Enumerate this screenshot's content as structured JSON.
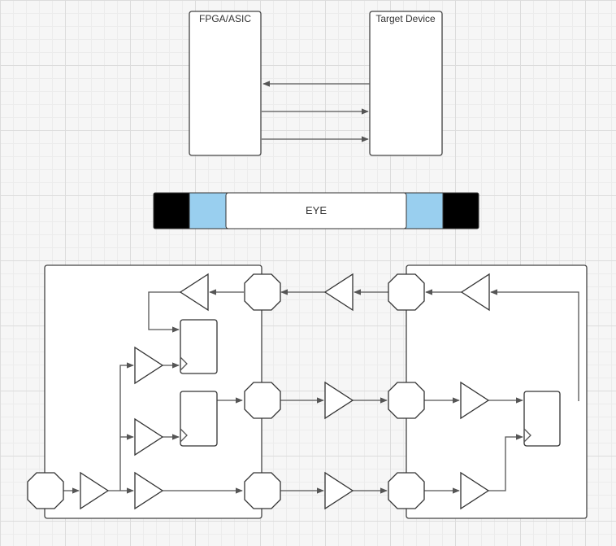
{
  "labels": {
    "fpga": "FPGA/ASIC",
    "target": "Target Device",
    "eye": "EYE"
  },
  "colors": {
    "eye_edge": "#000000",
    "eye_transition": "#99cfef",
    "eye_center": "#ffffff",
    "line": "#555555"
  },
  "icons": [
    "arrow-right-icon",
    "arrow-left-icon",
    "buffer-triangle-icon",
    "octagon-pad-icon",
    "flip-flop-icon"
  ]
}
